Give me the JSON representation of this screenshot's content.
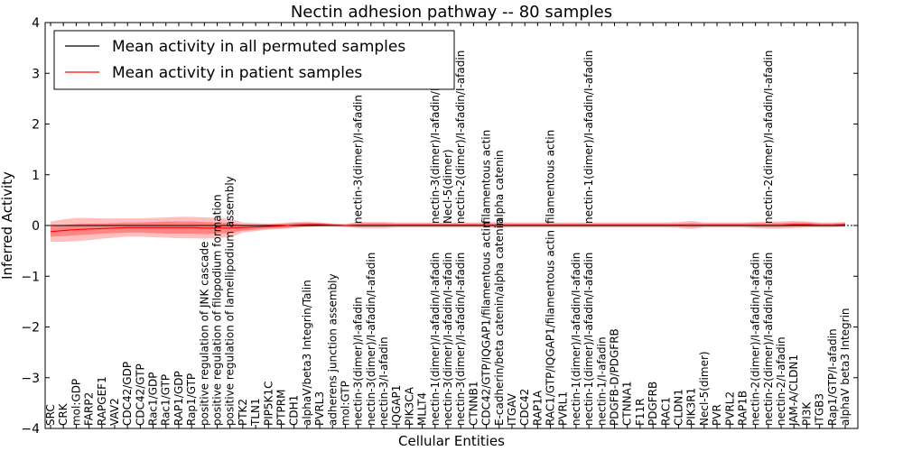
{
  "chart_data": {
    "type": "line",
    "title": "Nectin adhesion pathway -- 80 samples",
    "xlabel": "Cellular Entities",
    "ylabel": "Inferred Activity",
    "ylim": [
      -4,
      4
    ],
    "yticks": [
      -4,
      -3,
      -2,
      -1,
      0,
      1,
      2,
      3,
      4
    ],
    "ytick_labels": [
      "−4",
      "−3",
      "−2",
      "−1",
      "0",
      "1",
      "2",
      "3",
      "4"
    ],
    "legend_position": "top-left",
    "grid": false,
    "categories": [
      "SRC",
      "CRK",
      "mol:GDP",
      "FARP2",
      "RAPGEF1",
      "VAV2",
      "CDC42/GDP",
      "CDC42/GTP",
      "Rac1/GDP",
      "Rac1/GTP",
      "RAP1/GDP",
      "Rap1/GTP",
      "positive regulation of JNK cascade",
      "positive regulation of filopodium formation",
      "positive regulation of lamellipodium assembly",
      "PTK2",
      "TLN1",
      "PIP5K1C",
      "PTPRM",
      "CDH1",
      "alphaV/beta3 Integrin/Talin",
      "PVRL3",
      "adherens junction assembly",
      "mol:GTP",
      "nectin-3(dimer)/I-afadin",
      "nectin-3(dimer)/I-afadin/I-afadin",
      "nectin-3/I-afadin",
      "IQGAP1",
      "PIK3CA",
      "MLLT4",
      "nectin-1(dimer)/I-afadin/I-afadin",
      "nectin-3(dimer)/I-afadin/I-afadin",
      "nectin-3(dimer)/I-afadin/I-afadin",
      "CTNNB1",
      "CDC42/GTP/IQGAP1/filamentous actin",
      "E-cadherin/beta catenin/alpha catenin",
      "ITGAV",
      "CDC42",
      "RAP1A",
      "RAC1/GTP/IQGAP1/filamentous actin",
      "PVRL1",
      "nectin-1(dimer)/I-afadin/I-afadin",
      "nectin-1(dimer)/I-afadin/I-afadin",
      "nectin-1/I-afadin",
      "PDGFB-D/PDGFRB",
      "CTNNA1",
      "F11R",
      "PDGFRB",
      "RAC1",
      "CLDN1",
      "PIK3R1",
      "Necl-5(dimer)",
      "PVR",
      "PVRL2",
      "RAP1B",
      "nectin-2(dimer)/I-afadin/I-afadin",
      "nectin-2(dimer)/I-afadin/I-afadin",
      "nectin-2/I-afadin",
      "JAM-A/CLDN1",
      "PI3K",
      "ITGB3",
      "Rap1/GTP/I-afadin",
      "alphaV beta3 Integrin"
    ],
    "upper_labels": [
      {
        "index": 24,
        "text": "nectin-3(dimer)/I-afadin"
      },
      {
        "index": 30,
        "text": "nectin-3(dimer)/I-afadin/I-afadin"
      },
      {
        "index": 31,
        "text": "Necl-5(dimer)"
      },
      {
        "index": 32,
        "text": "nectin-2(dimer)/I-afadin/I-afadin"
      },
      {
        "index": 34,
        "text": "filamentous actin"
      },
      {
        "index": 35,
        "text": "alpha catenin"
      },
      {
        "index": 39,
        "text": "filamentous actin"
      },
      {
        "index": 42,
        "text": "nectin-1(dimer)/I-afadin/I-afadin"
      },
      {
        "index": 56,
        "text": "nectin-2(dimer)/I-afadin/I-afadin"
      }
    ],
    "series": [
      {
        "name": "Mean activity in all permuted samples",
        "color": "#000000",
        "values": [
          0,
          0,
          0,
          0,
          0,
          0,
          0,
          0,
          0,
          0,
          0,
          0,
          0,
          0,
          0,
          0,
          0,
          0,
          0,
          0,
          0,
          0,
          0,
          0,
          0,
          0,
          0,
          0,
          0,
          0,
          0,
          0,
          0,
          0,
          0,
          0,
          0,
          0,
          0,
          0,
          0,
          0,
          0,
          0,
          0,
          0,
          0,
          0,
          0,
          0,
          0,
          0,
          0,
          0,
          0,
          0,
          0,
          0,
          0,
          0,
          0,
          0,
          0
        ]
      },
      {
        "name": "Mean activity in patient samples",
        "color": "#ff0000",
        "values": [
          -0.12,
          -0.1,
          -0.08,
          -0.07,
          -0.06,
          -0.05,
          -0.04,
          -0.04,
          -0.04,
          -0.04,
          -0.04,
          -0.04,
          -0.05,
          -0.05,
          -0.05,
          -0.04,
          -0.03,
          -0.02,
          -0.01,
          0.01,
          0.02,
          0.02,
          0.01,
          0.0,
          0.01,
          0.01,
          0.01,
          0.01,
          0.01,
          0.01,
          0.01,
          0.01,
          0.01,
          0.01,
          0.01,
          0.01,
          0.01,
          0.01,
          0.01,
          0.01,
          0.01,
          0.01,
          0.01,
          0.01,
          0.01,
          0.01,
          0.01,
          0.01,
          0.01,
          0.01,
          0.01,
          0.01,
          0.01,
          0.01,
          0.01,
          0.01,
          0.01,
          0.01,
          0.02,
          0.02,
          0.01,
          0.01,
          0.02
        ]
      }
    ],
    "band_inner": [
      0.1,
      0.11,
      0.11,
      0.11,
      0.1,
      0.1,
      0.1,
      0.1,
      0.11,
      0.12,
      0.12,
      0.12,
      0.12,
      0.11,
      0.1,
      0.06,
      0.05,
      0.04,
      0.04,
      0.04,
      0.04,
      0.03,
      0.02,
      0.02,
      0.04,
      0.04,
      0.04,
      0.03,
      0.03,
      0.03,
      0.03,
      0.03,
      0.03,
      0.03,
      0.03,
      0.03,
      0.03,
      0.03,
      0.03,
      0.03,
      0.03,
      0.03,
      0.03,
      0.03,
      0.03,
      0.03,
      0.03,
      0.03,
      0.03,
      0.03,
      0.04,
      0.03,
      0.03,
      0.03,
      0.03,
      0.04,
      0.04,
      0.04,
      0.04,
      0.04,
      0.03,
      0.03,
      0.03
    ],
    "band_outer": [
      0.2,
      0.22,
      0.23,
      0.22,
      0.2,
      0.19,
      0.18,
      0.18,
      0.19,
      0.2,
      0.21,
      0.21,
      0.21,
      0.2,
      0.18,
      0.1,
      0.08,
      0.06,
      0.06,
      0.06,
      0.05,
      0.04,
      0.03,
      0.03,
      0.06,
      0.06,
      0.06,
      0.05,
      0.05,
      0.05,
      0.05,
      0.05,
      0.05,
      0.05,
      0.05,
      0.06,
      0.05,
      0.05,
      0.05,
      0.05,
      0.05,
      0.05,
      0.05,
      0.05,
      0.05,
      0.05,
      0.05,
      0.05,
      0.05,
      0.06,
      0.08,
      0.05,
      0.05,
      0.05,
      0.05,
      0.06,
      0.07,
      0.07,
      0.07,
      0.06,
      0.05,
      0.05,
      0.05
    ]
  }
}
